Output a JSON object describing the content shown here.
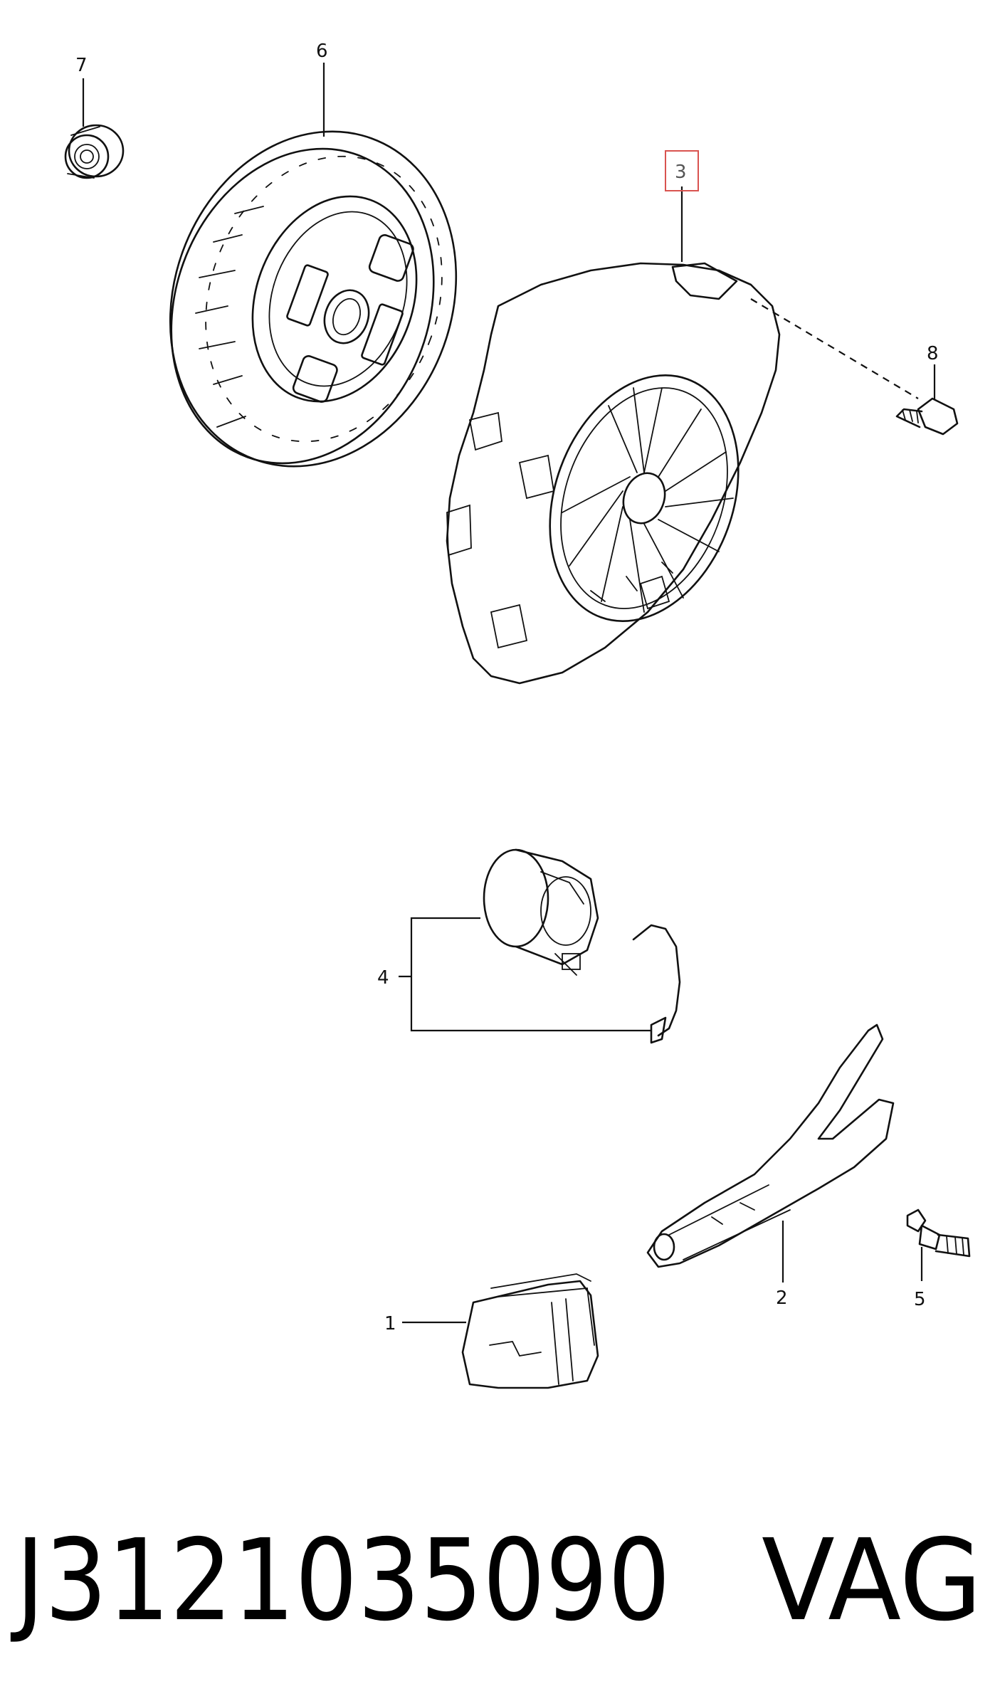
{
  "callouts": {
    "c1": "1",
    "c2": "2",
    "c3": "3",
    "c4": "4",
    "c5": "5",
    "c6": "6",
    "c7": "7",
    "c8": "8"
  },
  "footer": {
    "part_number": "J3121035090",
    "brand": "VAG"
  },
  "highlight_color": "#d9534f"
}
